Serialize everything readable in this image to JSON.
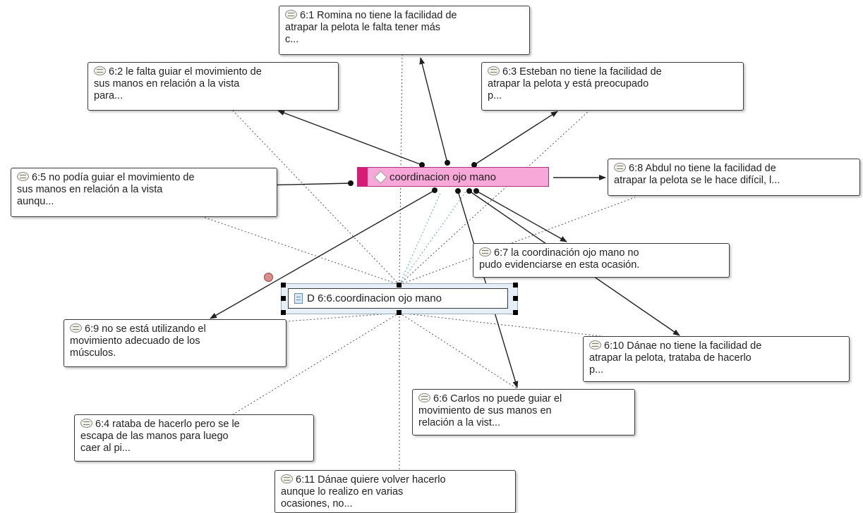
{
  "code": {
    "label": "coordinacion ojo mano",
    "icon": "code-diamond-icon",
    "color": "#f7a8d8",
    "stripe_color": "#d81b74"
  },
  "document": {
    "label": "D 6:6.coordinacion ojo mano",
    "icon": "document-icon"
  },
  "quotations": [
    {
      "id": "q-6-1",
      "text": "6:1 Romina no tiene la facilidad de\natrapar la pelota le falta tener más\nc..."
    },
    {
      "id": "q-6-2",
      "text": "6:2 le falta guiar el movimiento de\nsus manos en relación a la vista\npara..."
    },
    {
      "id": "q-6-3",
      "text": "6:3 Esteban no tiene la facilidad de\natrapar la pelota y está preocupado\np..."
    },
    {
      "id": "q-6-5",
      "text": "6:5 no podía guiar el movimiento de\nsus manos en relación a la vista\naunqu..."
    },
    {
      "id": "q-6-8",
      "text": "6:8 Abdul no tiene la facilidad de\natrapar la pelota se le hace difícil, l..."
    },
    {
      "id": "q-6-7",
      "text": "6:7 la coordinación ojo mano no\npudo evidenciarse en esta ocasión."
    },
    {
      "id": "q-6-9",
      "text": "6:9 no se está utilizando el\nmovimiento adecuado de los\nmúsculos."
    },
    {
      "id": "q-6-10",
      "text": "6:10 Dánae no tiene la facilidad de\natrapar la pelota, trataba de hacerlo\np..."
    },
    {
      "id": "q-6-6",
      "text": "6:6 Carlos no puede guiar el\nmovimiento de sus manos en\nrelación a la vist..."
    },
    {
      "id": "q-6-4",
      "text": "6:4 rataba de hacerlo pero se le\nescapa de las manos para luego\ncaer al pi..."
    },
    {
      "id": "q-6-11",
      "text": "6:11 Dánae quiere volver hacerlo\naunque lo realizo en varias\nocasiones, no..."
    }
  ],
  "colors": {
    "link_solid": "#222222",
    "link_dotted": "#555555",
    "link_selected": "#6aa0c8",
    "selection_background": "#e6eef8"
  }
}
